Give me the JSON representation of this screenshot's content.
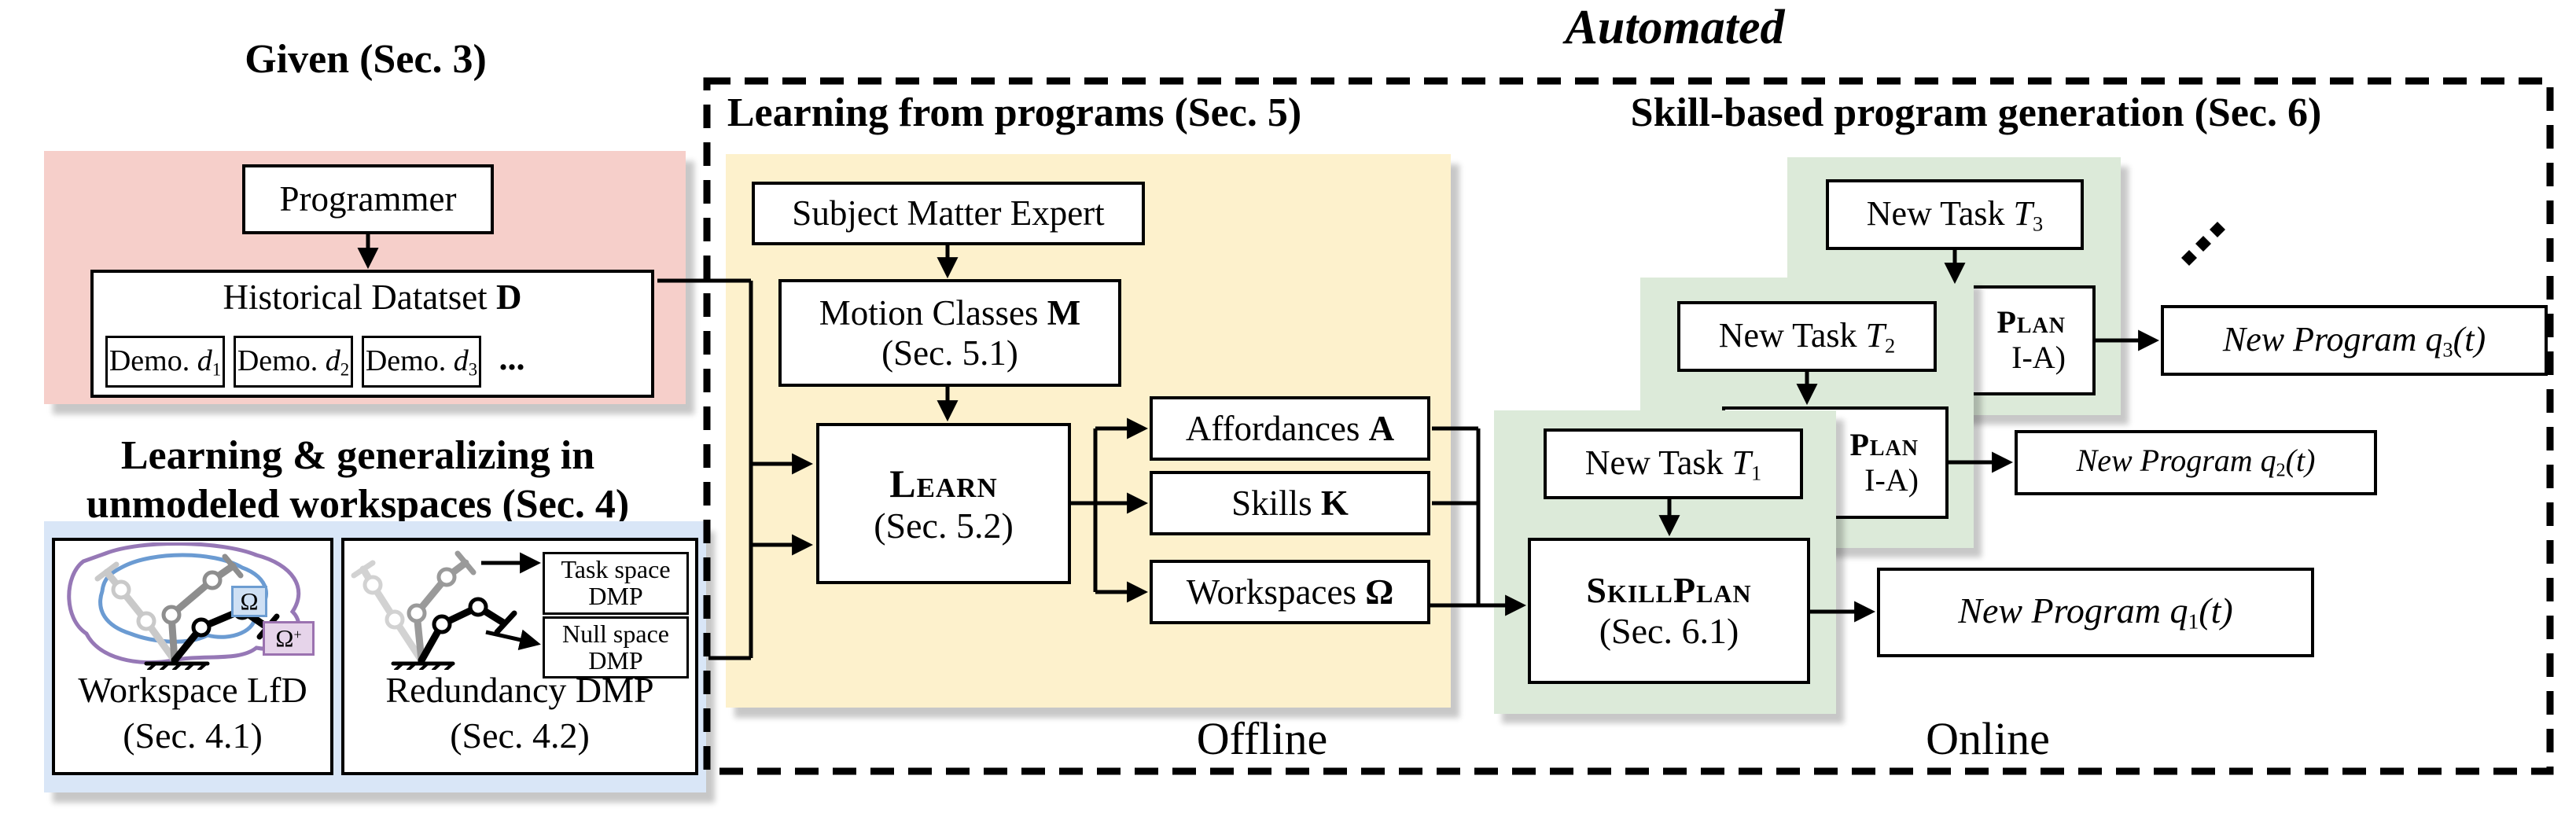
{
  "page_title": "Automated",
  "colors": {
    "pink": "#f6cfca",
    "yellow": "#fdf1cc",
    "green": "#dcead9",
    "blue": "#d9e6f7",
    "omega_fill": "#cfe0f4",
    "omega_border": "#6d9dd1",
    "omega_plus_fill": "#e6d4ea",
    "omega_plus_border": "#9b72b0",
    "workspace_blob_blue": "#6b9bd2",
    "workspace_blob_purple": "#9678b6"
  },
  "given": {
    "heading": "Given (Sec. 3)",
    "programmer": "Programmer",
    "dataset_label": "Historical Datatset ",
    "dataset_symbol": "D",
    "demos": [
      {
        "label": "Demo. ",
        "var": "d",
        "sub": "1"
      },
      {
        "label": "Demo. ",
        "var": "d",
        "sub": "2"
      },
      {
        "label": "Demo. ",
        "var": "d",
        "sub": "3"
      }
    ],
    "more": "..."
  },
  "sec4": {
    "heading_line1": "Learning & generalizing in",
    "heading_line2": "unmodeled workspaces (Sec. 4)",
    "workspace_lfd": {
      "title": "Workspace LfD",
      "sec": "(Sec. 4.1)",
      "omega": "Ω",
      "omega_plus_base": "Ω",
      "omega_plus_sup": "+"
    },
    "redundancy": {
      "title": "Redundancy DMP",
      "sec": "(Sec. 4.2)",
      "task_line1": "Task space",
      "task_line2": "DMP",
      "null_line1": "Null space",
      "null_line2": "DMP"
    }
  },
  "sec5": {
    "heading": "Learning from programs (Sec. 5)",
    "mode": "Offline",
    "sme": "Subject Matter Expert",
    "motion_label": "Motion Classes ",
    "motion_symbol": "M",
    "motion_sec": "(Sec. 5.1)",
    "learn_label": "Learn",
    "learn_sec": "(Sec. 5.2)",
    "affordances_label": "Affordances ",
    "affordances_symbol": "A",
    "skills_label": "Skills ",
    "skills_symbol": "K",
    "workspaces_label": "Workspaces ",
    "workspaces_symbol": "Ω"
  },
  "sec6": {
    "heading": "Skill-based program generation (Sec. 6)",
    "mode": "Online",
    "tasks": [
      {
        "label": "New Task ",
        "var": "T",
        "sub": "1"
      },
      {
        "label": "New Task ",
        "var": "T",
        "sub": "2"
      },
      {
        "label": "New Task ",
        "var": "T",
        "sub": "3"
      }
    ],
    "skillplan": {
      "name": "SkillPlan",
      "sec": "(Sec. 6.1)"
    },
    "skillplan_hidden": {
      "name_fragment": "Plan",
      "sec_fragment": "I-A)"
    },
    "programs": [
      {
        "label": "New Program ",
        "var": "q",
        "sub": "1",
        "suffix": "(t)"
      },
      {
        "label": "New Program ",
        "var": "q",
        "sub": "2",
        "suffix": "(t)"
      },
      {
        "label": "New Program ",
        "var": "q",
        "sub": "3",
        "suffix": "(t)"
      }
    ]
  }
}
